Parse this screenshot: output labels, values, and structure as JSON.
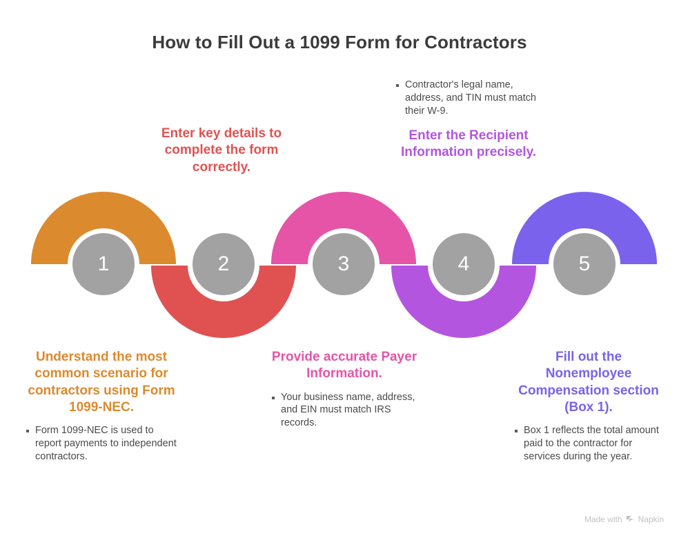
{
  "title": "How to Fill Out a 1099 Form for Contractors",
  "colors": {
    "orange": "#dc8a2e",
    "red": "#e05252",
    "pink": "#e654a8",
    "magenta": "#b455e0",
    "blueviolet": "#7b62ec",
    "circle_gray": "#a2a2a2",
    "title_gray": "#3b3b3b",
    "body_gray": "#4a4a4a",
    "watermark_gray": "#c2c2c2"
  },
  "steps": [
    {
      "number": "1",
      "color": "#dc8a2e",
      "heading": "Understand the most common scenario for contractors using Form 1099-NEC.",
      "bullets": [
        "Form 1099-NEC is used to report payments to independent contractors."
      ],
      "bullets_position": "below"
    },
    {
      "number": "2",
      "color": "#e05252",
      "heading": "Enter key details to complete the form correctly.",
      "bullets": [],
      "bullets_position": "below"
    },
    {
      "number": "3",
      "color": "#e654a8",
      "heading": "Provide accurate Payer Information.",
      "bullets": [
        "Your business name, address, and EIN must match IRS records."
      ],
      "bullets_position": "below"
    },
    {
      "number": "4",
      "color": "#b455e0",
      "heading": "Enter the Recipient Information precisely.",
      "bullets": [
        "Contractor's legal name, address, and TIN must match their W-9."
      ],
      "bullets_position": "above"
    },
    {
      "number": "5",
      "color": "#7b62ec",
      "heading": "Fill out the Nonemployee Compensation section (Box 1).",
      "bullets": [
        "Box 1 reflects the total amount paid to the contractor for services during the year."
      ],
      "bullets_position": "below"
    }
  ],
  "watermark": {
    "text": "Made with",
    "brand": "Napkin",
    "logo": "napkin-chevron-icon"
  }
}
